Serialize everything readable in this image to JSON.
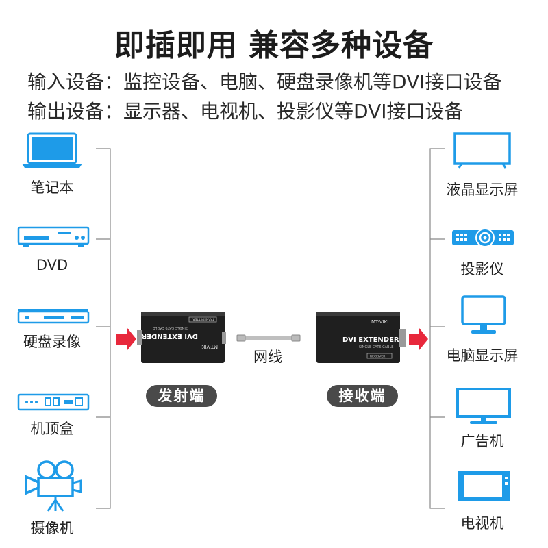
{
  "header": {
    "title": "即插即用 兼容多种设备",
    "line1": "输入设备：监控设备、电脑、硬盘录像机等DVI接口设备",
    "line2": "输出设备：显示器、电视机、投影仪等DVI接口设备"
  },
  "inputs": [
    {
      "label": "笔记本",
      "icon": "laptop-icon"
    },
    {
      "label": "DVD",
      "icon": "dvd-player-icon"
    },
    {
      "label": "硬盘录像",
      "icon": "hard-disk-recorder-icon"
    },
    {
      "label": "机顶盒",
      "icon": "set-top-box-icon"
    },
    {
      "label": "摄像机",
      "icon": "video-camera-icon"
    }
  ],
  "outputs": [
    {
      "label": "液晶显示屏",
      "icon": "lcd-screen-icon"
    },
    {
      "label": "投影仪",
      "icon": "projector-icon"
    },
    {
      "label": "电脑显示屏",
      "icon": "computer-monitor-icon"
    },
    {
      "label": "广告机",
      "icon": "advertising-display-icon"
    },
    {
      "label": "电视机",
      "icon": "tv-icon"
    }
  ],
  "transmitter": {
    "label": "发射端",
    "device_text": "DVI EXTENDER",
    "device_subtext": "SINGLE CAT6 CABLE",
    "brand": "MT-VIKI",
    "tag": "TRANSMITTER"
  },
  "receiver": {
    "label": "接收端",
    "device_text": "DVI EXTENDER",
    "device_subtext": "SINGLE CAT6 CABLE",
    "brand": "MT-VIKI",
    "tag": "RECEIVER"
  },
  "cable": {
    "label": "网线"
  },
  "colors": {
    "icon": "#1e9be8",
    "arrow": "#e8283c",
    "pill": "#4a4a4a",
    "line": "#888888"
  }
}
